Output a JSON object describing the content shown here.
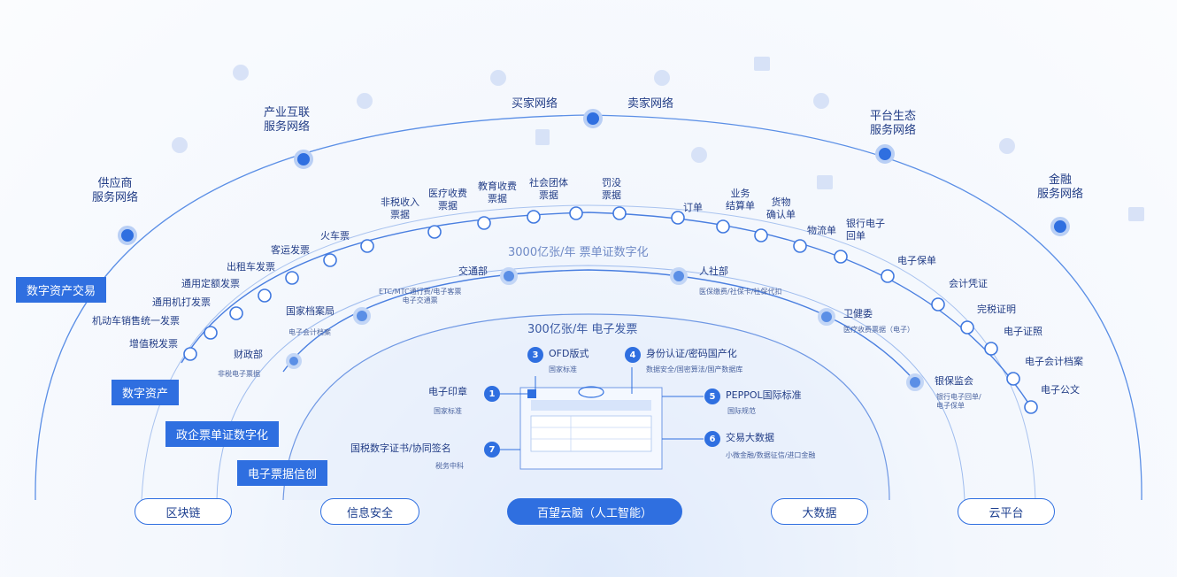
{
  "outer_ring": {
    "nodes": [
      {
        "label": "供应商\n服务网络"
      },
      {
        "label": "产业互联\n服务网络"
      },
      {
        "label": "买家网络"
      },
      {
        "label": "卖家网络"
      },
      {
        "label": "平台生态\n服务网络"
      },
      {
        "label": "金融\n服务网络"
      }
    ]
  },
  "second_ring_left": [
    "增值税发票",
    "机动车销售统一发票",
    "通用机打发票",
    "通用定额发票",
    "出租车发票",
    "客运发票",
    "火车票",
    "非税收入\n票据",
    "医疗收费\n票据",
    "教育收费\n票据",
    "社会团体\n票据",
    "罚没\n票据"
  ],
  "second_ring_right": [
    "订单",
    "业务\n结算单",
    "货物\n确认单",
    "物流单",
    "银行电子\n回单",
    "电子保单",
    "会计凭证",
    "完税证明",
    "电子证照",
    "电子会计档案",
    "电子公文"
  ],
  "band_labels": {
    "outer": "3000亿张/年 票单证数字化",
    "inner": "300亿张/年 电子发票"
  },
  "third_ring": [
    {
      "title": "财政部",
      "sub": "非税电子票据"
    },
    {
      "title": "国家档案局",
      "sub": "电子会计档案"
    },
    {
      "title": "交通部",
      "sub": "ETC/MTC通行费/电子客票\n电子交通票"
    },
    {
      "title": "人社部",
      "sub": "医保缴费/社保卡/社保代扣"
    },
    {
      "title": "卫健委",
      "sub": "医疗收费票据（电子）"
    },
    {
      "title": "银保监会",
      "sub": "银行电子回单/\n电子保单"
    }
  ],
  "core_items": [
    {
      "num": "1",
      "title": "电子印章",
      "sub": "国家标准"
    },
    {
      "num": "3",
      "title": "OFD版式",
      "sub": "国家标准"
    },
    {
      "num": "4",
      "title": "身份认证/密码国产化",
      "sub": "数据安全/国密算法/国产数据库"
    },
    {
      "num": "5",
      "title": "PEPPOL国际标准",
      "sub": "国际规范"
    },
    {
      "num": "6",
      "title": "交易大数据",
      "sub": "小微金融/数据征信/进口金融"
    },
    {
      "num": "7",
      "title": "国税数字证书/协同签名",
      "sub": "税务中科"
    }
  ],
  "side_tags": [
    "数字资产交易",
    "数字资产",
    "政企票单证数字化",
    "电子票据信创"
  ],
  "bottom_pills": [
    "区块链",
    "信息安全",
    "百望云脑（人工智能）",
    "大数据",
    "云平台"
  ],
  "colors": {
    "accent": "#2f6fe0",
    "ring": "#5b8fe6",
    "text": "#223d86"
  }
}
